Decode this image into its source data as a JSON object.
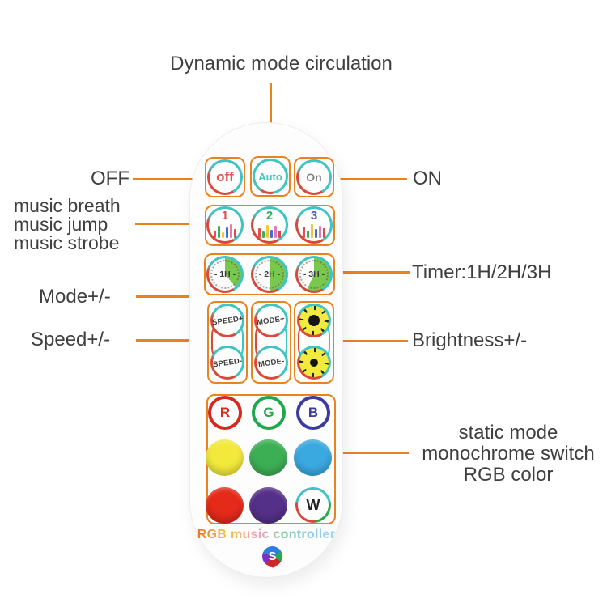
{
  "annotations": {
    "dynamic_mode": "Dynamic mode circulation",
    "off": "OFF",
    "music_modes": [
      "music breath",
      "music jump",
      "music strobe"
    ],
    "mode": "Mode+/-",
    "speed": "Speed+/-",
    "on": "ON",
    "timer": "Timer:1H/2H/3H",
    "brightness": "Brightness+/-",
    "static_modes": [
      "static mode",
      "monochrome switch",
      "RGB color"
    ]
  },
  "remote": {
    "power": [
      {
        "label": "off",
        "color": "#e05555"
      },
      {
        "label": "Auto",
        "color": "#49c3bd"
      },
      {
        "label": "On",
        "color": "#84848c"
      }
    ],
    "music": [
      {
        "number": "1",
        "color": "#e04848"
      },
      {
        "number": "2",
        "color": "#2fae62"
      },
      {
        "number": "3",
        "color": "#4a58cc"
      }
    ],
    "timers": [
      {
        "label": "- 1H -"
      },
      {
        "label": "- 2H -"
      },
      {
        "label": "- 3H -"
      }
    ],
    "speed": [
      {
        "label": "SPEED+"
      },
      {
        "label": "SPEED-"
      }
    ],
    "mode": [
      {
        "label": "MODE+"
      },
      {
        "label": "MODE-"
      }
    ],
    "letters": [
      {
        "label": "R",
        "color": "#d42a20"
      },
      {
        "label": "G",
        "color": "#1fa84c"
      },
      {
        "label": "B",
        "color": "#3c3b9e"
      }
    ],
    "swatches_row2": [
      "#f2e93c",
      "#3caf54",
      "#3aa9e0"
    ],
    "swatches_row3": [
      "#e52a1a",
      "#543088"
    ],
    "white_button": {
      "label": "W"
    },
    "brand": "RGB music controller",
    "logo_letter": "S"
  },
  "colors": {
    "accent_orange": "#e8831f",
    "label_text": "#3f3f3f",
    "ring_teal": "#3fc4c4",
    "ring_red": "#d9493a",
    "timer_green": "#78c84e",
    "sun_yellow": "#f2ea3e"
  }
}
